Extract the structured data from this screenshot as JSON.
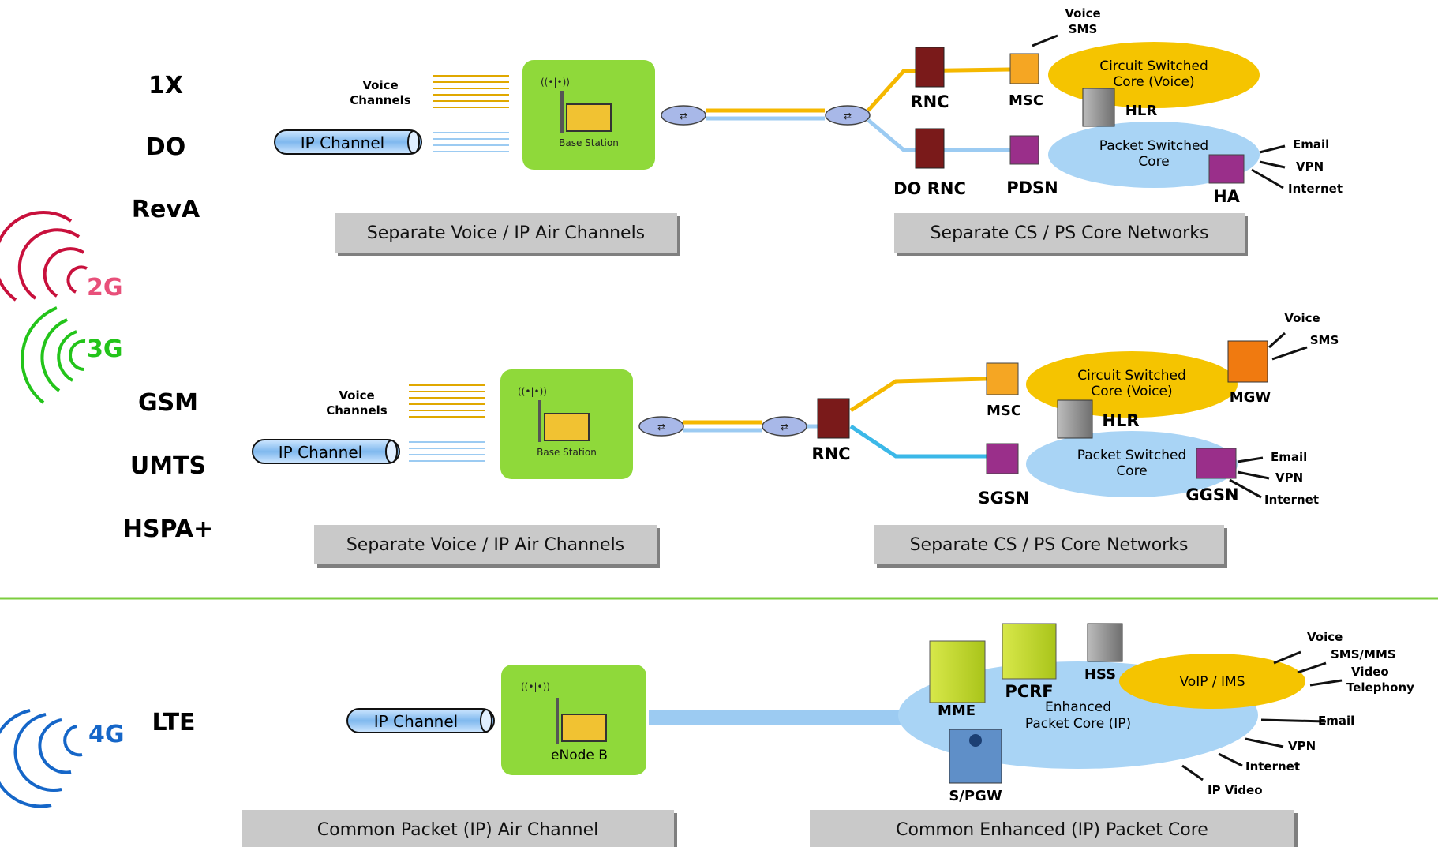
{
  "rows": [
    {
      "id": "cdma",
      "techs": [
        "1X",
        "DO",
        "RevA"
      ],
      "voice_label_1": "Voice",
      "voice_label_2": "Channels",
      "ip_channel": "IP Channel",
      "base_station": "Base Station",
      "air_caption": "Separate Voice / IP Air Channels",
      "core_caption": "Separate CS / PS Core Networks",
      "cs_core_1": "Circuit Switched",
      "cs_core_2": "Core (Voice)",
      "ps_core_1": "Packet Switched",
      "ps_core_2": "Core",
      "nodes": {
        "rnc": "RNC",
        "do_rnc": "DO RNC",
        "msc": "MSC",
        "pdsn": "PDSN",
        "hlr": "HLR",
        "ha": "HA"
      },
      "services_top": [
        "Voice",
        "SMS"
      ],
      "services_bottom": [
        "Email",
        "VPN",
        "Internet"
      ]
    },
    {
      "id": "gsm",
      "techs": [
        "GSM",
        "UMTS",
        "HSPA+"
      ],
      "voice_label_1": "Voice",
      "voice_label_2": "Channels",
      "ip_channel": "IP Channel",
      "base_station": "Base Station",
      "air_caption": "Separate Voice / IP Air Channels",
      "core_caption": "Separate CS / PS Core Networks",
      "cs_core_1": "Circuit Switched",
      "cs_core_2": "Core (Voice)",
      "ps_core_1": "Packet Switched",
      "ps_core_2": "Core",
      "nodes": {
        "rnc": "RNC",
        "msc": "MSC",
        "sgsn": "SGSN",
        "hlr": "HLR",
        "mgw": "MGW",
        "ggsn": "GGSN"
      },
      "services_top": [
        "Voice",
        "SMS"
      ],
      "services_bottom": [
        "Email",
        "VPN",
        "Internet"
      ]
    },
    {
      "id": "lte",
      "techs": [
        "LTE"
      ],
      "ip_channel": "IP Channel",
      "base_station": "eNode B",
      "air_caption": "Common Packet (IP) Air Channel",
      "core_caption": "Common Enhanced (IP) Packet Core",
      "epc_1": "Enhanced",
      "epc_2": "Packet Core (IP)",
      "ims": "VoIP / IMS",
      "nodes": {
        "mme": "MME",
        "pcrf": "PCRF",
        "hss": "HSS",
        "spgw": "S/PGW"
      },
      "services": [
        "Voice",
        "SMS/MMS",
        "Video",
        "Telephony",
        "Email",
        "VPN",
        "Internet",
        "IP Video"
      ]
    }
  ],
  "generations": [
    "2G",
    "3G",
    "4G"
  ],
  "colors": {
    "voice": "#f5b800",
    "packet": "#9ccbf2",
    "base_green": "#8fd93a",
    "caption_gray": "#c8c8c8",
    "g2": "#c8103c",
    "g3": "#23c41a",
    "g4": "#1566c8",
    "divider": "#7ccd3f",
    "mgw": "#f07a10"
  }
}
